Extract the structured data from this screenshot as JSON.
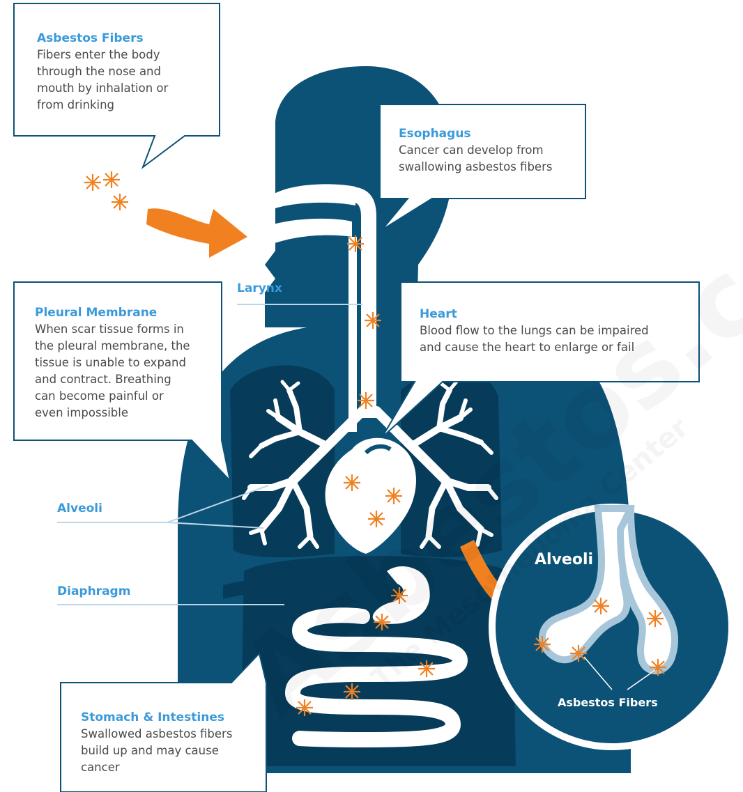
{
  "callouts": {
    "asbestos_fibers": {
      "title": "Asbestos Fibers",
      "lines": [
        "Fibers enter the body",
        "through the nose and",
        "mouth by inhalation or",
        "from drinking"
      ]
    },
    "esophagus": {
      "title": "Esophagus",
      "lines": [
        "Cancer can develop from",
        "swallowing asbestos fibers"
      ]
    },
    "pleural_membrane": {
      "title": "Pleural Membrane",
      "lines": [
        "When scar tissue forms in",
        "the pleural membrane, the",
        "tissue is unable to expand",
        "and contract. Breathing",
        "can become painful or",
        "even impossible"
      ]
    },
    "heart": {
      "title": "Heart",
      "lines": [
        "Blood flow to the lungs can be impaired",
        "and cause the heart to enlarge or fail"
      ]
    },
    "stomach": {
      "title": "Stomach & Intestines",
      "lines": [
        "Swallowed asbestos fibers",
        "build up and may cause",
        "cancer"
      ]
    }
  },
  "labels": {
    "larynx": "Larynx",
    "alveoli": "Alveoli",
    "diaphragm": "Diaphragm"
  },
  "inset": {
    "title": "Alveoli",
    "fibers_label": "Asbestos Fibers"
  },
  "watermark": {
    "main": "Asbestos.com",
    "sub": "The Mesothelioma Center"
  },
  "colors": {
    "body_dark": "#0c5276",
    "body_darker": "#063b59",
    "organ_white": "#ffffff",
    "accent_orange": "#f08020",
    "label_blue": "#3a9ad9",
    "text_gray": "#4a4a4a"
  }
}
